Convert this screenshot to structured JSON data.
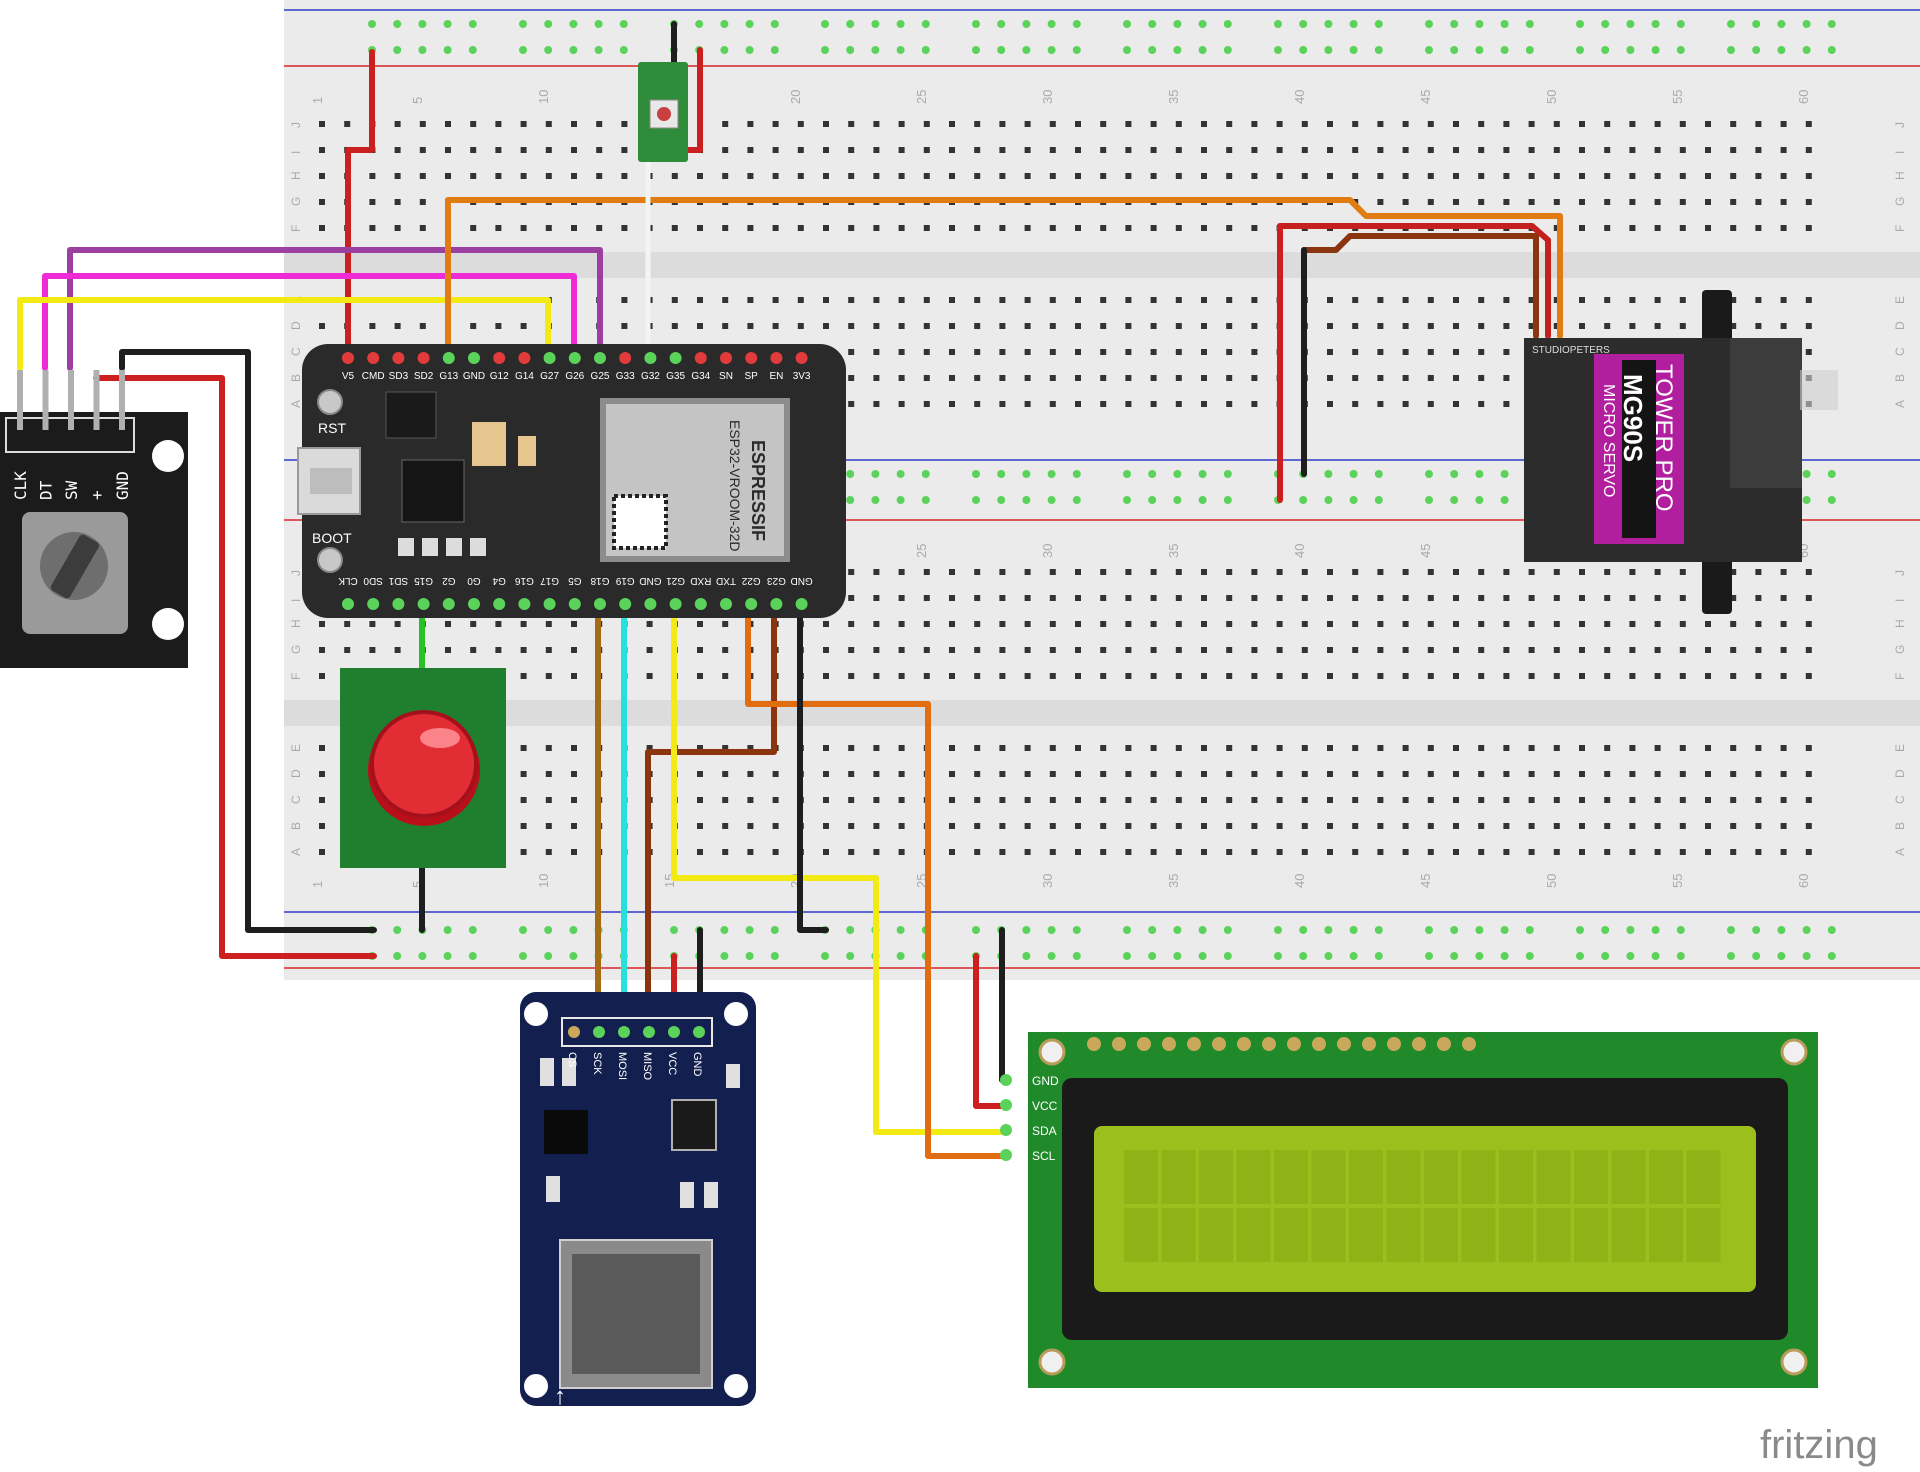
{
  "breadboard": {
    "col_numbers": [
      "1",
      "5",
      "10",
      "15",
      "20",
      "25",
      "30",
      "35",
      "40",
      "45",
      "50",
      "55",
      "60"
    ],
    "row_letters_top": [
      "J",
      "I",
      "H",
      "G",
      "F"
    ],
    "row_letters_bottom": [
      "E",
      "D",
      "C",
      "B",
      "A"
    ]
  },
  "encoder": {
    "pins": [
      "CLK",
      "DT",
      "SW",
      "+",
      "GND"
    ]
  },
  "esp32": {
    "top_pins": [
      "V5",
      "CMD",
      "SD3",
      "SD2",
      "G13",
      "GND",
      "G12",
      "G14",
      "G27",
      "G26",
      "G25",
      "G33",
      "G32",
      "G35",
      "G34",
      "SN",
      "SP",
      "EN",
      "3V3"
    ],
    "bottom_pins": [
      "CLK",
      "SD0",
      "SD1",
      "G15",
      "G2",
      "G0",
      "G4",
      "G16",
      "G17",
      "G5",
      "G18",
      "G19",
      "GND",
      "G21",
      "RXD",
      "TXD",
      "G22",
      "G23",
      "GND"
    ],
    "rst_label": "RST",
    "boot_label": "BOOT",
    "module_brand": "ESPRESSIF",
    "module_name": "ESP32-VROOM-32D"
  },
  "servo": {
    "brand_small": "STUDIOPETERS",
    "brand": "TOWER PRO",
    "model": "MG90S",
    "subtitle": "MICRO SERVO"
  },
  "sd_module": {
    "pins": [
      "CS",
      "SCK",
      "MOSI",
      "MISO",
      "VCC",
      "GND"
    ]
  },
  "lcd": {
    "pins": [
      "GND",
      "VCC",
      "SDA",
      "SCL"
    ]
  },
  "watermark": "fritzing",
  "colors": {
    "board_bg": "#e8e8e8",
    "rail_red": "#d9252a",
    "rail_blue": "#2f3cc9",
    "hole_green": "#5bd35b",
    "wire_red": "#cc1f1f",
    "wire_black": "#1e1e1e",
    "wire_yellow": "#f2ea12",
    "wire_orange": "#e06d12",
    "wire_purple": "#9b3fa0",
    "wire_magenta": "#ef2bd6",
    "wire_cyan": "#25e0dc",
    "wire_olive": "#a56c14",
    "wire_brown": "#8b3510",
    "pcb_dark": "#2a2a2a",
    "sd_pcb": "#13204f",
    "lcd_pcb": "#208a2a",
    "lcd_screen": "#9bbf1c",
    "servo_magenta": "#b21f9e"
  }
}
